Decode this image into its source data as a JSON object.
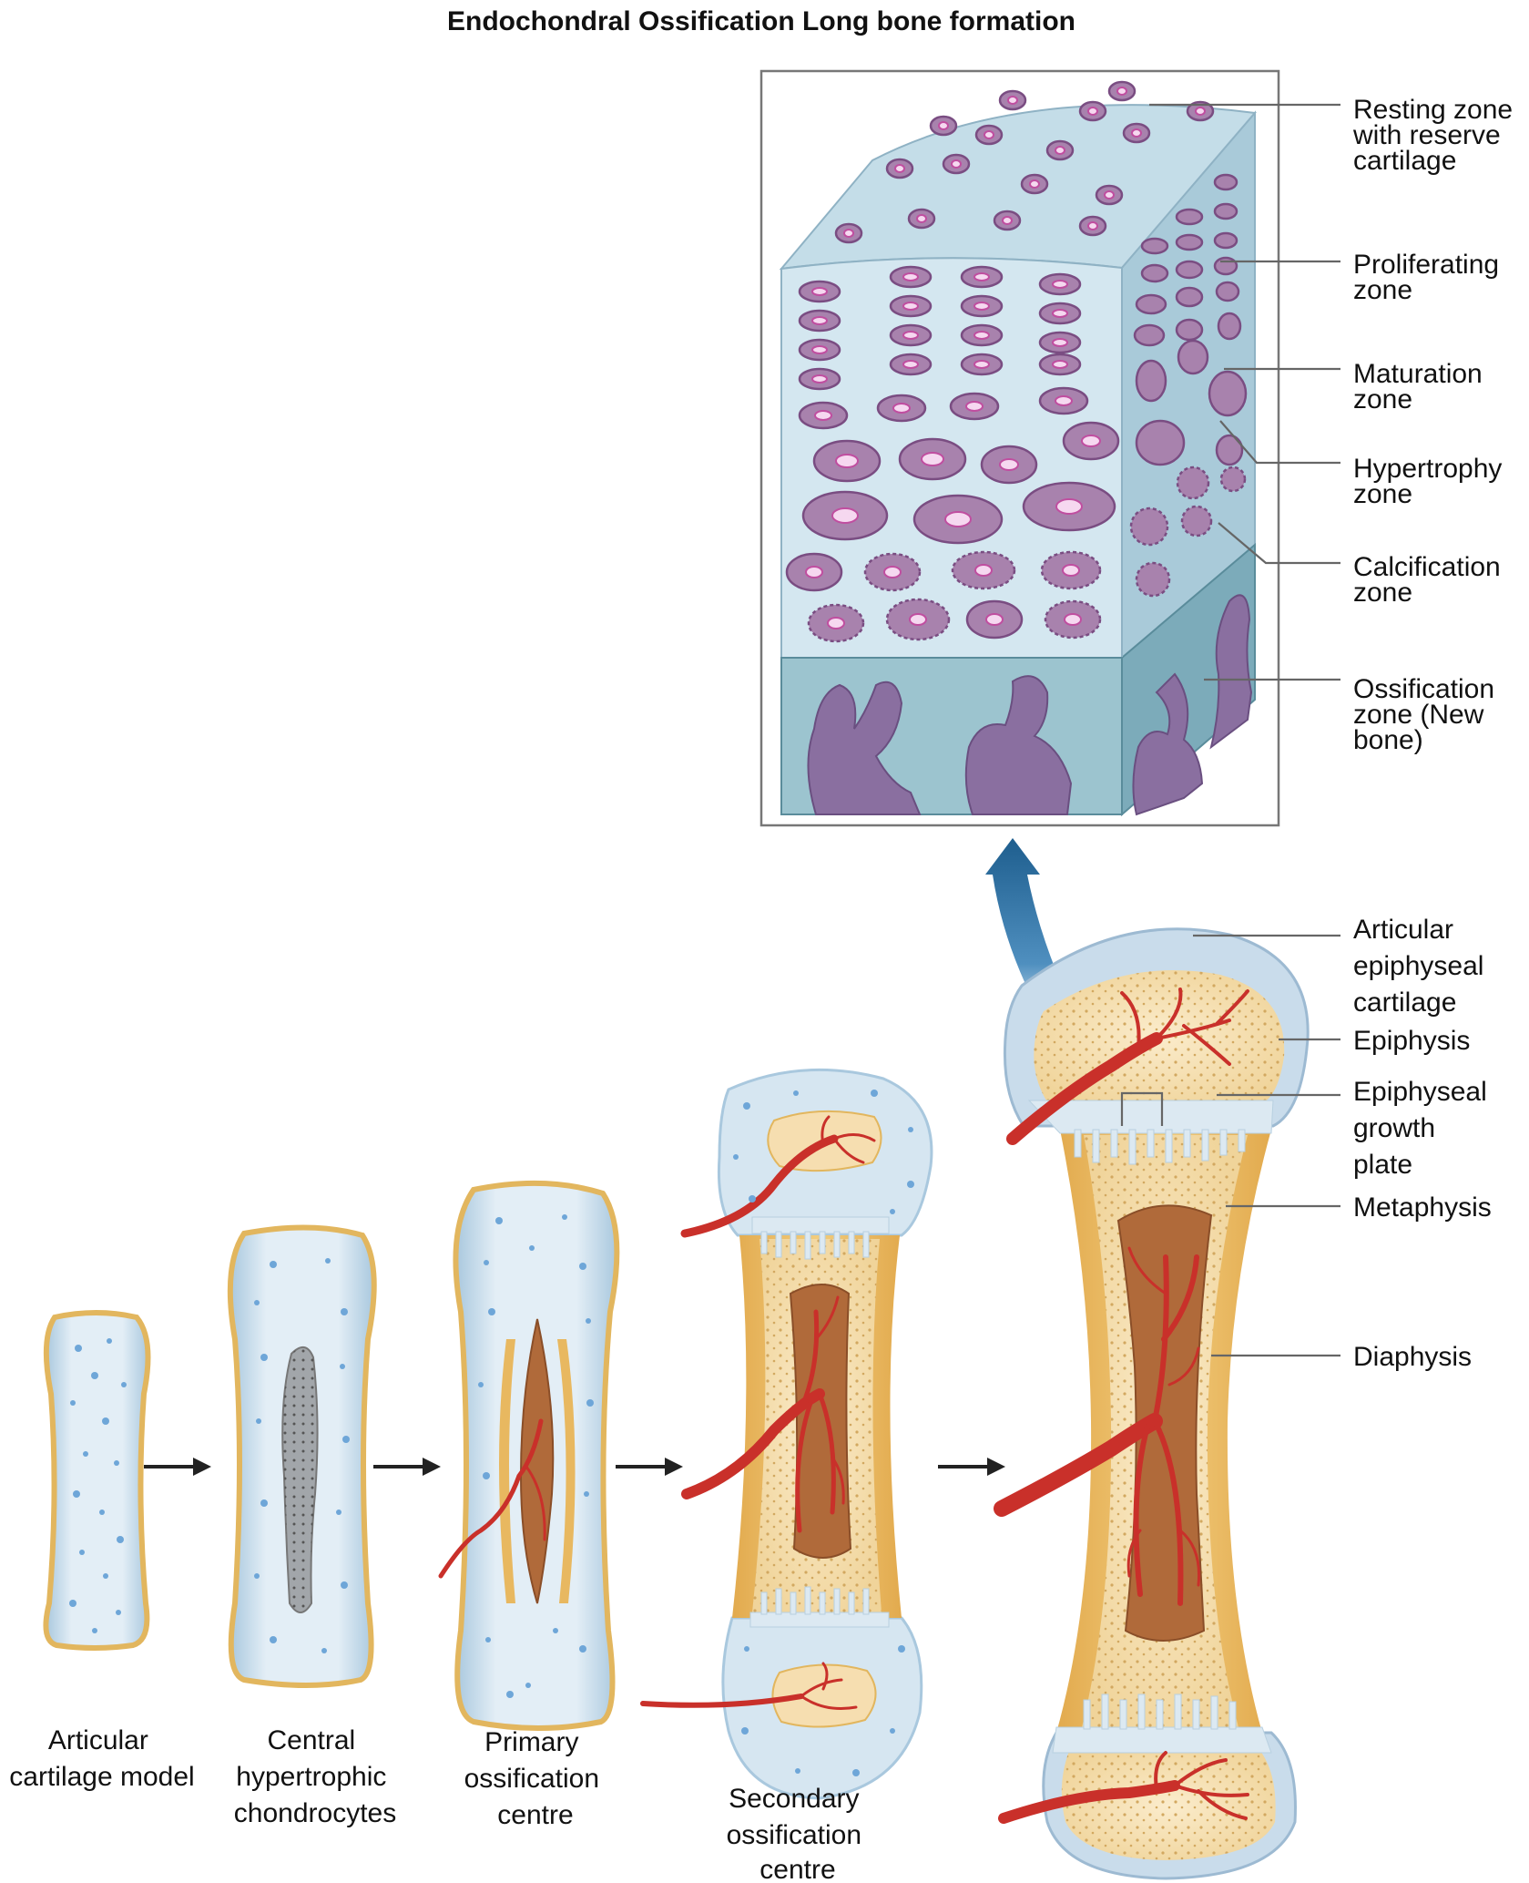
{
  "title": "Endochondral Ossification Long bone formation",
  "zone_labels": [
    [
      "Resting zone",
      "with reserve",
      "cartilage"
    ],
    [
      "Proliferating",
      "zone"
    ],
    [
      "Maturation",
      "zone"
    ],
    [
      "Hypertrophy",
      "zone"
    ],
    [
      "Calcification",
      "zone"
    ],
    [
      "Ossification",
      "zone (New",
      "bone)"
    ]
  ],
  "bone_labels": [
    [
      "Articular",
      "epiphyseal",
      "cartilage"
    ],
    [
      "Epiphysis"
    ],
    [
      "Epiphyseal",
      "growth",
      "plate"
    ],
    [
      "Metaphysis"
    ],
    [
      "Diaphysis"
    ]
  ],
  "stage_labels": [
    [
      "Articular",
      "cartilage model"
    ],
    [
      "Central",
      "hypertrophic",
      "chondrocytes"
    ],
    [
      "Primary",
      "ossification",
      "centre"
    ],
    [
      "Secondary",
      "ossification",
      "centre"
    ]
  ],
  "colors": {
    "cartilage": "#cfe2ee",
    "cell": "#a882ad",
    "spongy_bone": "#f3dfae",
    "compact_bone": "#e8b860",
    "marrow": "#b06a3a",
    "vessel": "#c9302a",
    "big_arrow": "#1e5e8e"
  }
}
